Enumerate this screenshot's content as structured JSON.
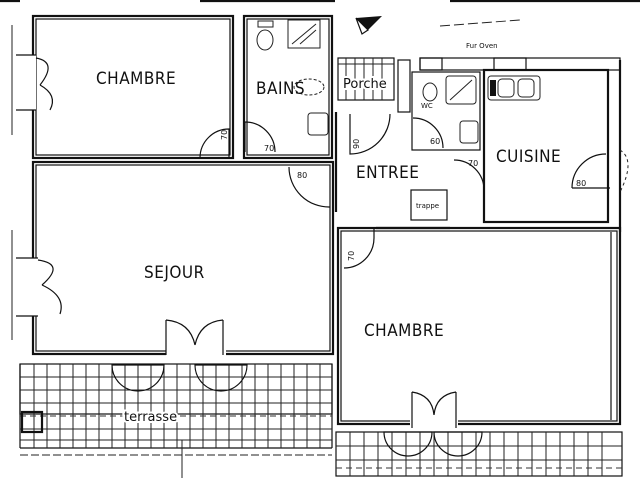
{
  "plan": {
    "rooms": {
      "chambre_1": "CHAMBRE",
      "bains": "BAINS",
      "porche": "Porche",
      "entree": "ENTREE",
      "cuisine": "CUISINE",
      "sejour": "SEJOUR",
      "chambre_2": "CHAMBRE",
      "terrasse": "terrasse",
      "wc": "WC",
      "trappe": "trappe"
    },
    "annotations": {
      "fireplace_flue": "Fur Oven",
      "door_widths": {
        "chambre_1_door": "70",
        "bains_door": "70",
        "porche_door": "90",
        "wc_door": "60",
        "cuisine_door": "70",
        "cuisine_exterior_door": "80",
        "sejour_door": "80",
        "chambre_2_door": "70"
      }
    },
    "icons": {
      "north_arrow": "north-arrow-icon"
    },
    "colors": {
      "background": "#ffffff",
      "lines": "#111111"
    }
  }
}
